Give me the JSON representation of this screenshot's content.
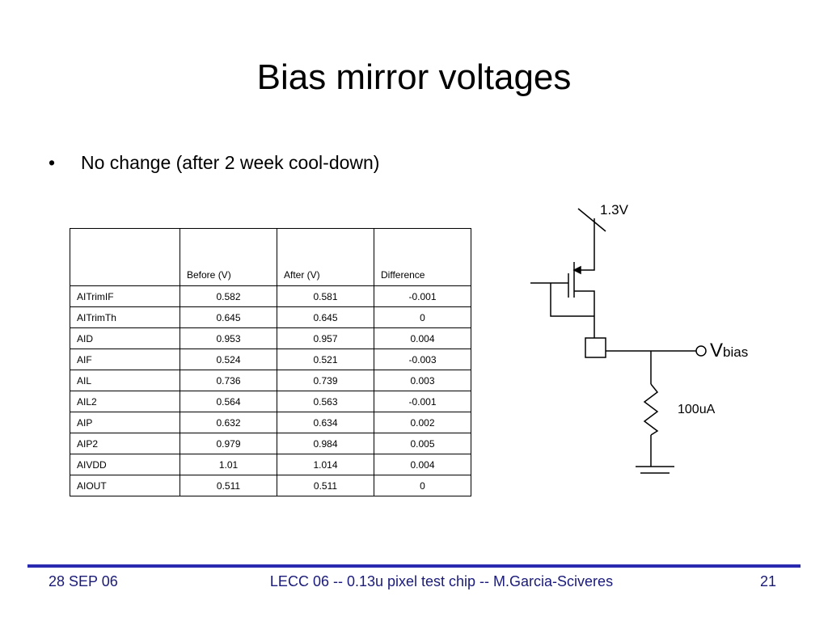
{
  "slide": {
    "title": "Bias mirror voltages",
    "bullets": [
      {
        "marker": "•",
        "text": "No change (after 2 week cool-down)"
      }
    ]
  },
  "table": {
    "headers": [
      "",
      "Before (V)",
      "After (V)",
      "Difference"
    ],
    "rows": [
      [
        "AITrimIF",
        "0.582",
        "0.581",
        "-0.001"
      ],
      [
        "AITrimTh",
        "0.645",
        "0.645",
        "0"
      ],
      [
        "AID",
        "0.953",
        "0.957",
        "0.004"
      ],
      [
        "AIF",
        "0.524",
        "0.521",
        "-0.003"
      ],
      [
        "AIL",
        "0.736",
        "0.739",
        "0.003"
      ],
      [
        "AIL2",
        "0.564",
        "0.563",
        "-0.001"
      ],
      [
        "AIP",
        "0.632",
        "0.634",
        "0.002"
      ],
      [
        "AIP2",
        "0.979",
        "0.984",
        "0.005"
      ],
      [
        "AIVDD",
        "1.01",
        "1.014",
        "0.004"
      ],
      [
        "AIOUT",
        "0.511",
        "0.511",
        "0"
      ]
    ]
  },
  "circuit": {
    "supply_label": "1.3V",
    "output_label_main": "V",
    "output_label_sub": "bias",
    "current_label": "100uA"
  },
  "footer": {
    "date": "28 SEP 06",
    "center": "LECC 06 -- 0.13u pixel test chip -- M.Garcia-Sciveres",
    "page": "21",
    "line_color": "#2a2ab0"
  }
}
